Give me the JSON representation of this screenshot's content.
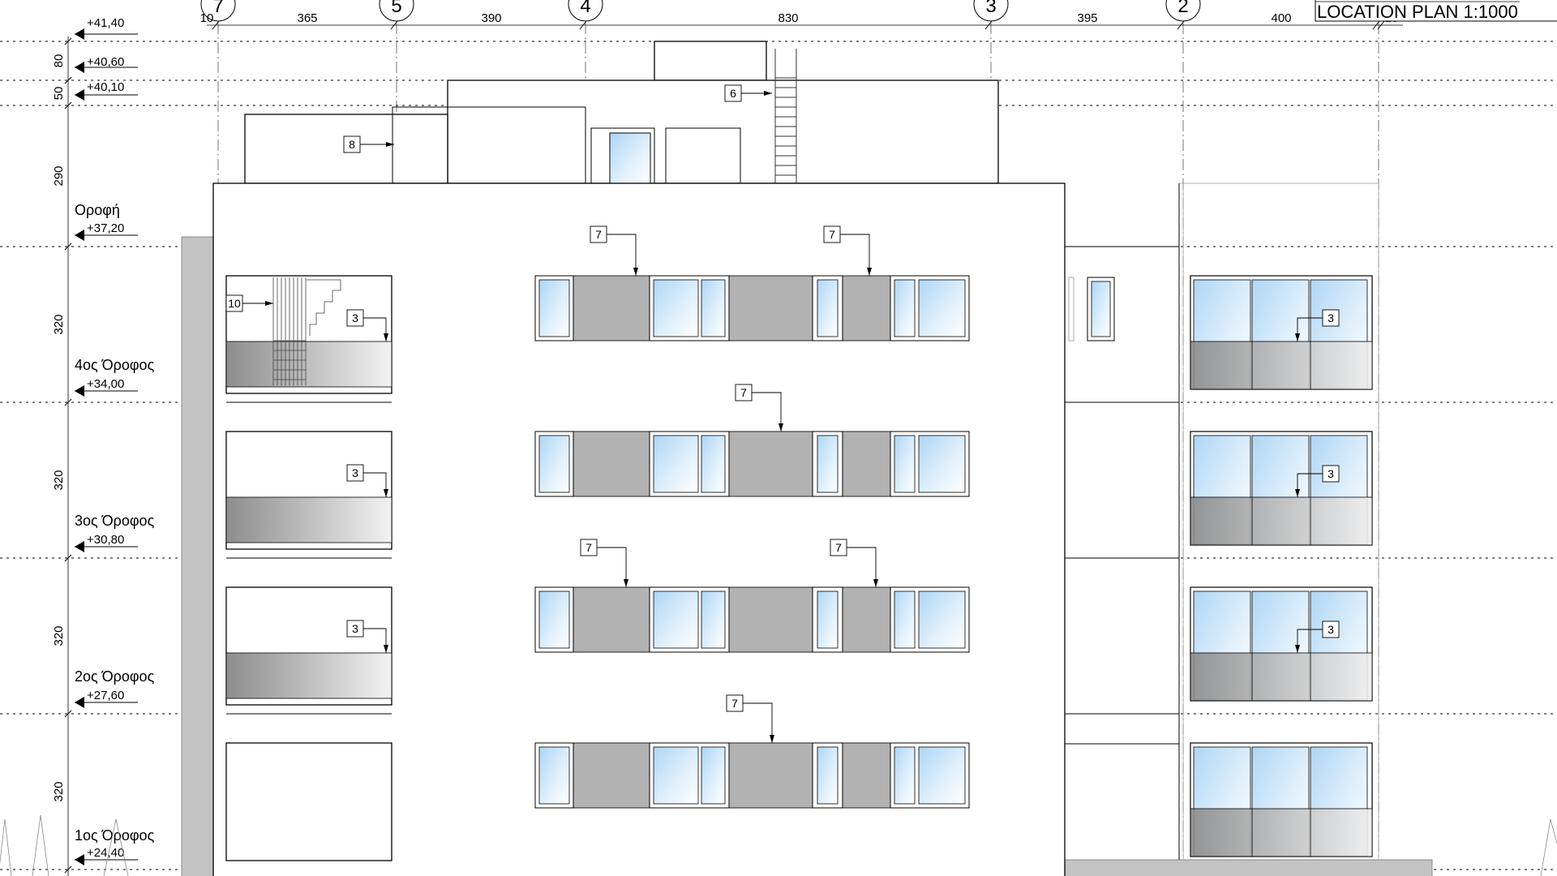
{
  "sheet_label": "LOCATION PLAN 1:1000",
  "axes": [
    {
      "id": "7",
      "width_label": "10"
    },
    {
      "id": "5",
      "width_label": "365"
    },
    {
      "id": "4",
      "width_label": "390"
    },
    {
      "id": "3",
      "width_label": "830"
    },
    {
      "id": "2",
      "width_label": "395"
    },
    {
      "id": "",
      "width_label": "400"
    },
    {
      "id": "",
      "width_label": "10"
    }
  ],
  "levels": [
    {
      "name": "",
      "elevation": "+41,40"
    },
    {
      "name": "",
      "elevation": "+40,60"
    },
    {
      "name": "",
      "elevation": "+40,10"
    },
    {
      "name": "Οροφή",
      "elevation": "+37,20"
    },
    {
      "name": "4ος Όροφος",
      "elevation": "+34,00"
    },
    {
      "name": "3ος Όροφος",
      "elevation": "+30,80"
    },
    {
      "name": "2ος Όροφος",
      "elevation": "+27,60"
    },
    {
      "name": "1ος Όροφος",
      "elevation": "+24,40"
    }
  ],
  "height_dims": [
    "80",
    "50",
    "290",
    "320",
    "320",
    "320",
    "320"
  ],
  "tags": {
    "stair_ladder": "6",
    "rooftop_structure": "8",
    "spiral_stair": "10",
    "railing": "3",
    "cladding": "7"
  },
  "colors": {
    "glass_light": "#ffffff",
    "glass_blue": "#aed6f5",
    "cladding_grey": "#b2b2b2",
    "line": "#000000"
  }
}
